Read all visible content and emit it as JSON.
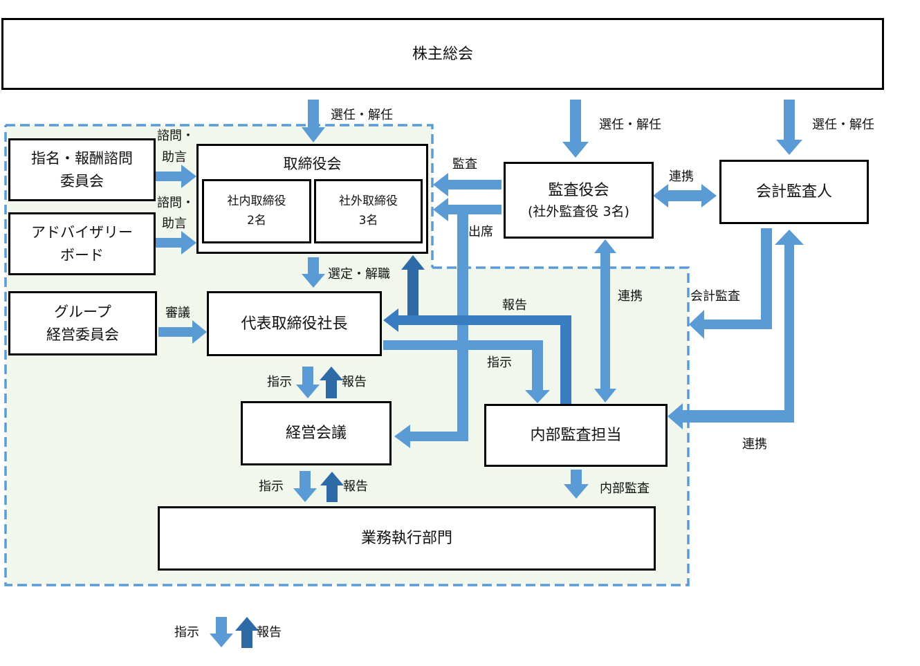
{
  "boxes": {
    "shareholders": "株主総会",
    "nomination_line1": "指名・報酬諮問",
    "nomination_line2": "委員会",
    "advisory_line1": "アドバイザリー",
    "advisory_line2": "ボード",
    "group_line1": "グループ",
    "group_line2": "経営委員会",
    "board": "取締役会",
    "internal_directors_line1": "社内取締役",
    "internal_directors_line2": "2名",
    "external_directors_line1": "社外取締役",
    "external_directors_line2": "3名",
    "audit_board_line1": "監査役会",
    "audit_board_line2": "(社外監査役 3名)",
    "accounting_auditor": "会計監査人",
    "president": "代表取締役社長",
    "management_meeting": "経営会議",
    "internal_audit": "内部監査担当",
    "business_depts": "業務執行部門"
  },
  "labels": {
    "elect_dismiss": "選任・解任",
    "consult_advise_line1": "諮問・",
    "consult_advise_line2": "助言",
    "audit": "監査",
    "attendance": "出席",
    "cooperation": "連携",
    "select_dismiss": "選定・解職",
    "deliberation": "審議",
    "report": "報告",
    "instruction": "指示",
    "accounting_audit": "会計監査",
    "internal_audit": "内部監査"
  },
  "colors": {
    "arrow_light": "#5b9bd5",
    "arrow_dark": "#2e6aa6",
    "arrow_mid": "#3a7cc0",
    "area_fill": "#f1f7ec",
    "dash": "#5b9bd5"
  }
}
